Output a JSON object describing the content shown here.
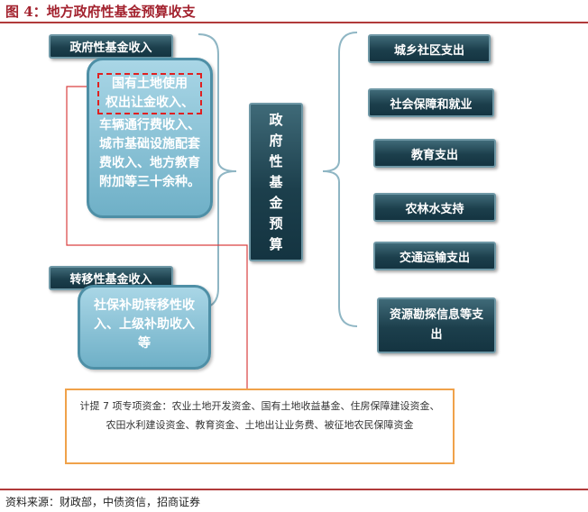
{
  "title": "图 4：地方政府性基金预算收支",
  "income": {
    "gov_fund_label": "政府性基金收入",
    "gov_fund_body_line1": "国有土地使用",
    "gov_fund_body_line2": "权出让金收入、",
    "gov_fund_body_rest": "车辆通行费收入、城市基础设施配套费收入、地方教育附加等三十余种。",
    "transfer_label": "转移性基金收入",
    "transfer_body": "社保补助转移性收入、上级补助收入等"
  },
  "center_label": "政府性基金预算",
  "expenditures": [
    "城乡社区支出",
    "社会保障和就业",
    "教育支出",
    "农林水支持",
    "交通运输支出",
    "资源勘探信息等支出"
  ],
  "note": "计提 7 项专项资金：农业土地开发资金、国有土地收益基金、住房保障建设资金、农田水利建设资金、教育资金、土地出让业务费、被征地农民保障资金",
  "source": "资料来源：财政部，中债资信，招商证券",
  "colors": {
    "title": "#a3232f",
    "dark_box": "#1c3f4c",
    "light_box": "#8cc4d8",
    "highlight_dash": "#e02020",
    "connector_red": "#d94040",
    "note_border": "#f0a24a",
    "brace": "#8fb6c4"
  }
}
